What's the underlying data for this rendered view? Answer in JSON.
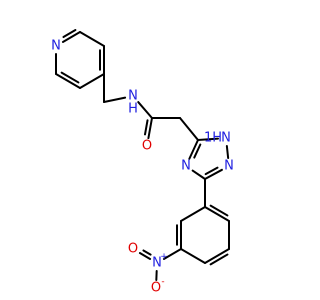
{
  "colors": {
    "carbon_bond": "#000000",
    "nitrogen": "#2020e0",
    "oxygen": "#e00000",
    "background": "#ffffff"
  },
  "atoms": [
    {
      "id": "pyr_n",
      "text": "N",
      "element": "N"
    },
    {
      "id": "amide_nh",
      "text": "N",
      "element": "N",
      "sub": "H"
    },
    {
      "id": "amide_o",
      "text": "O",
      "element": "O"
    },
    {
      "id": "trz_n1h",
      "text": "N",
      "element": "N",
      "prefix": "1H"
    },
    {
      "id": "trz_n2",
      "text": "N",
      "element": "N"
    },
    {
      "id": "trz_n4",
      "text": "N",
      "element": "N"
    },
    {
      "id": "nitro_n",
      "text": "N",
      "element": "N",
      "charge": "+"
    },
    {
      "id": "nitro_o_minus",
      "text": "O",
      "element": "O",
      "charge": "-"
    },
    {
      "id": "nitro_o",
      "text": "O",
      "element": "O"
    }
  ]
}
